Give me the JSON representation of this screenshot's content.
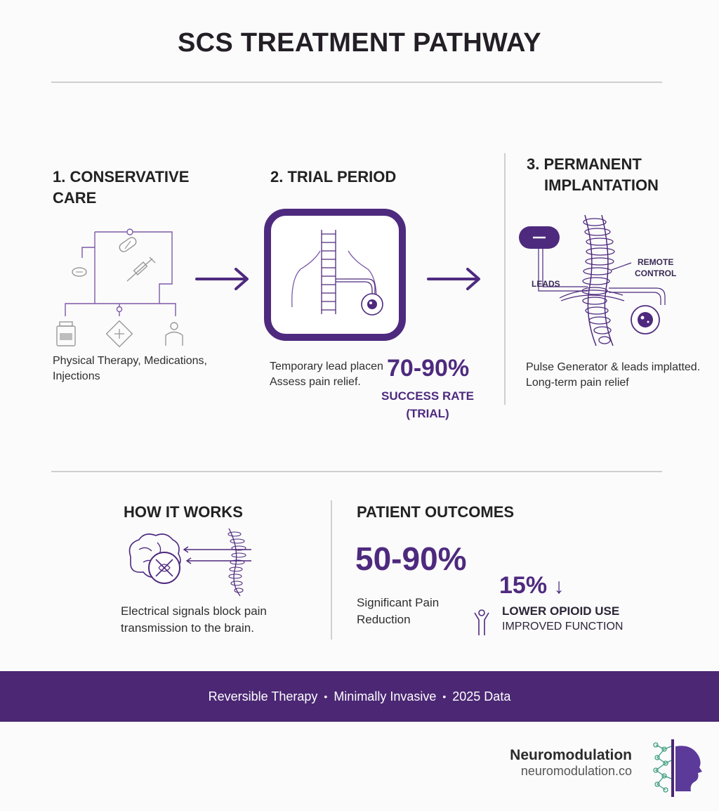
{
  "header": {
    "title": "SCS TREATMENT PATHWAY"
  },
  "steps": [
    {
      "title_line1": "1. CONSERVATIVE",
      "title_line2": "CARE",
      "desc_line1": "Physical Therapy, Medications,",
      "desc_line2": "Injections"
    },
    {
      "title_line1": "2. TRIAL PERIOD",
      "desc_line1": "Temporary lead placen",
      "desc_line2": "Assess pain relief.",
      "stat": "70-90%",
      "stat_label_line1": "SUCCESS RATE",
      "stat_label_line2": "(TRIAL)"
    },
    {
      "title_line1": "3. PERMANENT",
      "title_line2": "IMPLANTATION",
      "label_remote_line1": "REMOTE",
      "label_remote_line2": "CONTROL",
      "label_leads": "LEADS",
      "desc_line1": "Pulse Generator & leads implatted.",
      "desc_line2": "Long-term pain relief"
    }
  ],
  "how_it_works": {
    "title": "HOW IT WORKS",
    "desc_line1": "Electrical signals block pain",
    "desc_line2": "transmission to the brain."
  },
  "outcomes": {
    "title": "PATIENT OUTCOMES",
    "stat_main": "50-90%",
    "stat_main_label_line1": "Significant Pain",
    "stat_main_label_line2": "Reduction",
    "stat_secondary": "15%",
    "stat_secondary_arrow": "↓",
    "label_opioid": "LOWER OPIOID USE",
    "label_function": "IMPROVED FUNCTION"
  },
  "footer": {
    "item1": "Reversible Therapy",
    "item2": "Minimally Invasive",
    "item3": "2025 Data",
    "separator": "•"
  },
  "brand": {
    "name": "Neuromodulation",
    "url": "neuromodulation.co"
  },
  "colors": {
    "accent": "#4e2a7e",
    "band": "#4b2774",
    "line": "#cfcfcf",
    "logo_green": "#3f9e83"
  },
  "icons": [
    "pill-icon",
    "syringe-icon",
    "tablet-icon",
    "bottle-icon",
    "clinic-icon",
    "person-icon",
    "spine-icon",
    "pulse-generator-icon",
    "remote-control-icon",
    "brain-icon",
    "person-raised-arms-icon"
  ]
}
